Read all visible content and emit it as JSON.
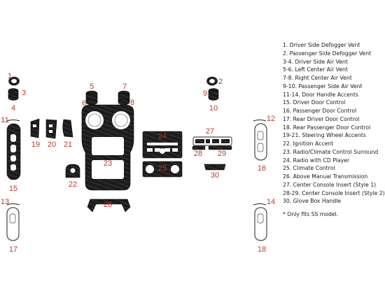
{
  "legend": {
    "items": [
      "1. Driver Side Defogger Vent",
      "2. Passenger Side Defogger Vent",
      "3-4. Driver Side Air Vent",
      "5-6. Left Center Air Vent",
      "7-8. Right Center Air Vent",
      "9-10. Passenger Side Air Vent",
      "11-14. Door Handle Accents",
      "15. Driver Door Control",
      "16. Passenger Door Control",
      "17. Rear Driver Door Control",
      "18. Rear Passenger Door Control",
      "19-21. Steering Wheel Accents",
      "22. Ignition Accent",
      "23. Radio/Climate Control Surround",
      "24. Radio with CD Player",
      "25. Climate Control",
      "26. Above Manual Transmission",
      "27. Center Console Insert (Style 1)",
      "28-29. Center Console Insert (Style 2)",
      "30. Glove Box Handle"
    ],
    "note": "* Only fits SS model."
  },
  "part_numbers": {
    "n1": "1",
    "n2": "2",
    "n3": "3",
    "n4": "4",
    "n5": "5",
    "n6": "6",
    "n7": "7",
    "n8": "8",
    "n9": "9",
    "n10": "10",
    "n11": "11",
    "n12": "12",
    "n13": "13",
    "n14": "14",
    "n15": "15",
    "n16": "16",
    "n17": "17",
    "n18": "18",
    "n19": "19",
    "n20": "20",
    "n21": "21",
    "n22": "22",
    "n23": "23",
    "n24": "24",
    "n25": "25",
    "n26": "26",
    "n27": "27",
    "n28": "28",
    "n29": "29",
    "n30": "30"
  },
  "colors": {
    "part_fill": "#1c1c1c",
    "label": "#c0392b",
    "text": "#1a1a1a",
    "background": "#ffffff"
  }
}
